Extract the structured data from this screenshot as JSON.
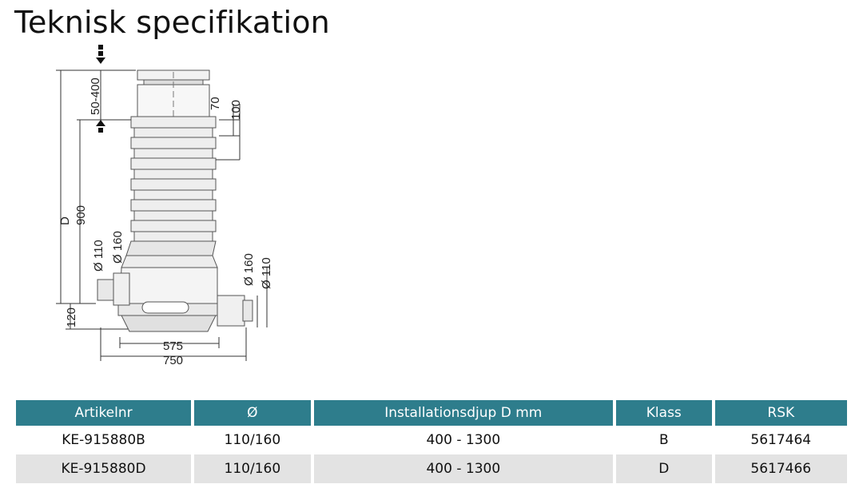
{
  "title": "Teknisk specifikation",
  "drawing": {
    "dim_adjust": "50-400",
    "dim_70": "70",
    "dim_100": "100",
    "dim_D": "D",
    "dim_900": "900",
    "dim_120": "120",
    "dim_inlet_left_small": "Ø 110",
    "dim_inlet_left_large": "Ø 160",
    "dim_outlet_right_large": "Ø 160",
    "dim_outlet_right_small": "Ø 110",
    "dim_575": "575",
    "dim_750": "750"
  },
  "table": {
    "headers": [
      "Artikelnr",
      "Ø",
      "Installationsdjup D mm",
      "Klass",
      "RSK"
    ],
    "rows": [
      [
        "KE-915880B",
        "110/160",
        "400 - 1300",
        "B",
        "5617464"
      ],
      [
        "KE-915880D",
        "110/160",
        "400 - 1300",
        "D",
        "5617466"
      ]
    ]
  }
}
